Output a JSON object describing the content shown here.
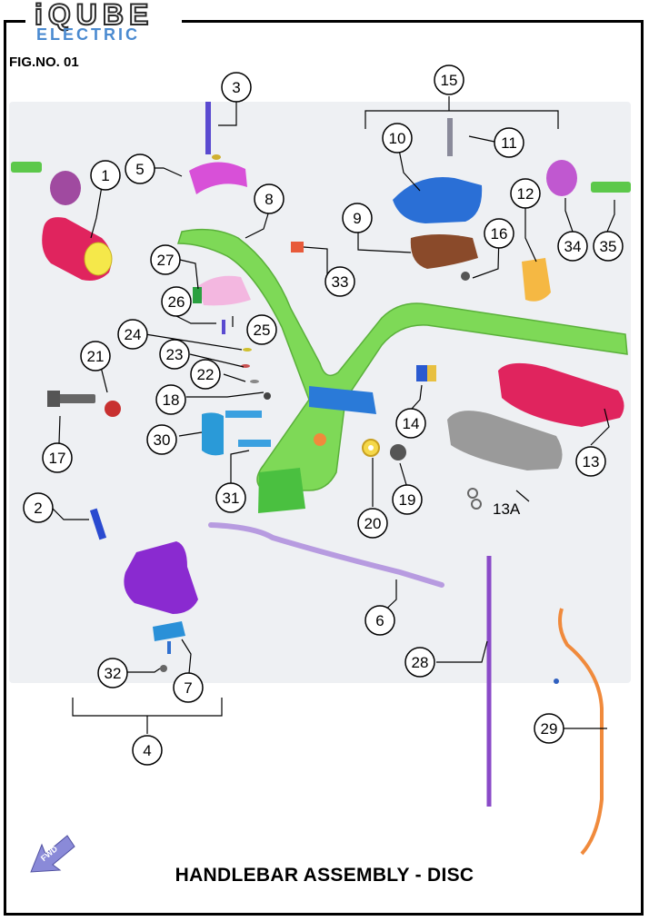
{
  "header": {
    "brand_line1": "iQUBE",
    "brand_line2": "ELECTRIC",
    "figure_number": "FIG.NO. 01"
  },
  "caption": "HANDLEBAR ASSEMBLY - DISC",
  "direction_label": "FWD",
  "callouts": [
    "1",
    "2",
    "3",
    "4",
    "5",
    "6",
    "7",
    "8",
    "9",
    "10",
    "11",
    "12",
    "13",
    "13A",
    "14",
    "15",
    "16",
    "17",
    "18",
    "19",
    "20",
    "21",
    "22",
    "23",
    "24",
    "25",
    "26",
    "27",
    "28",
    "29",
    "30",
    "31",
    "32",
    "33",
    "34",
    "35"
  ],
  "colors": {
    "grip_red": "#e0245e",
    "handlebar_green": "#7ed957",
    "part_blue": "#2a6fd6",
    "part_purple": "#9b3fd0",
    "part_orange": "#f08a3c",
    "cable_lilac": "#b79be0"
  }
}
